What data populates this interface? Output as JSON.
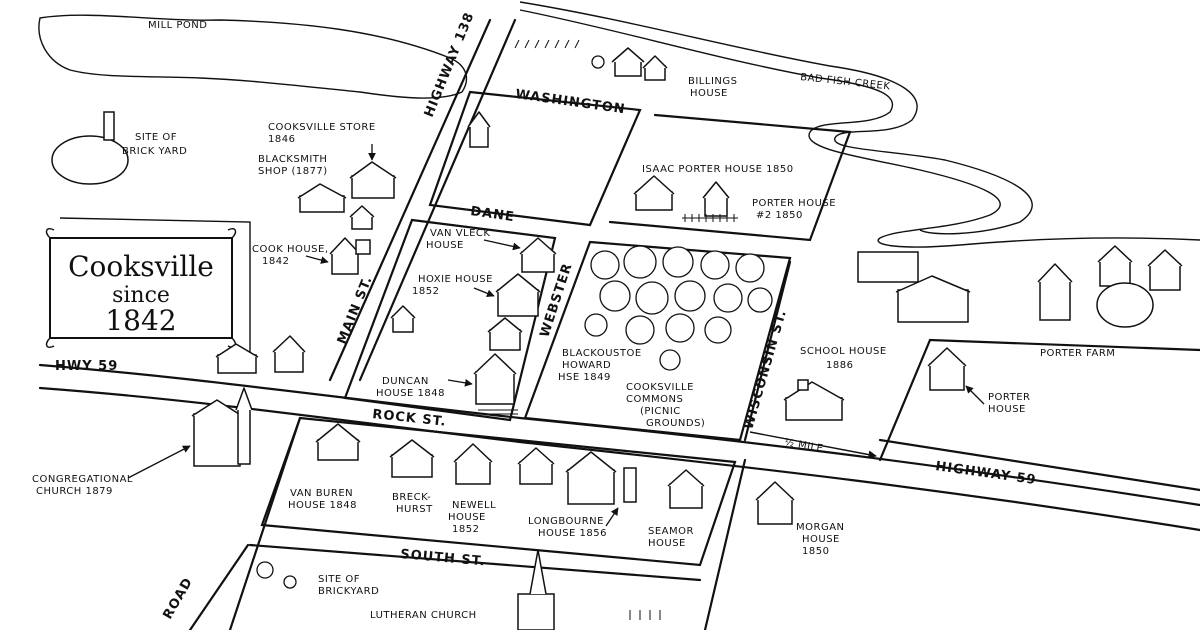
{
  "map": {
    "title_lines": [
      "Cooksville",
      "since",
      "1842"
    ],
    "water": {
      "mill_pond": "MILL POND",
      "creek": "BAD FISH CREEK"
    },
    "streets": {
      "hwy138": "HIGHWAY 138",
      "washington": "WASHINGTON",
      "dane": "DANE",
      "main": "MAIN ST.",
      "webster": "WEBSTER",
      "wisconsin": "WISCONSIN ST.",
      "rock": "ROCK ST.",
      "south": "SOUTH ST.",
      "hwy59_left": "HWY 59",
      "hwy59_right": "HIGHWAY 59",
      "road": "ROAD"
    },
    "labels": {
      "site_brickyard_top": [
        "SITE OF",
        "BRICK YARD"
      ],
      "cooksville_store": [
        "COOKSVILLE STORE",
        "1846"
      ],
      "blacksmith": [
        "BLACKSMITH",
        "SHOP (1877)"
      ],
      "cook_house": [
        "COOK HOUSE,",
        "1842"
      ],
      "billings": [
        "BILLINGS",
        "HOUSE"
      ],
      "isaac_porter": [
        "ISAAC PORTER HOUSE 1850"
      ],
      "porter_house2": [
        "PORTER HOUSE",
        "#2 1850"
      ],
      "van_vleck": [
        "VAN VLECK",
        "HOUSE"
      ],
      "hoxie": [
        "HOXIE HOUSE",
        "1852"
      ],
      "duncan": [
        "DUNCAN",
        "HOUSE 1848"
      ],
      "blackoustoe": [
        "BLACKOUSTOE",
        "HOWARD",
        "HSE 1849"
      ],
      "commons": [
        "COOKSVILLE",
        "COMMONS",
        "(PICNIC",
        "GROUNDS)"
      ],
      "school": [
        "SCHOOL HOUSE",
        "1886"
      ],
      "porter_farm": [
        "PORTER FARM"
      ],
      "porter_house": [
        "PORTER",
        "HOUSE"
      ],
      "half_mile": "½ MILE",
      "congregational": [
        "CONGREGATIONAL",
        "CHURCH 1879"
      ],
      "van_buren": [
        "VAN BUREN",
        "HOUSE 1848"
      ],
      "breckhurst": [
        "BRECK-",
        "HURST"
      ],
      "newell": [
        "NEWELL",
        "HOUSE",
        "1852"
      ],
      "longbourne": [
        "LONGBOURNE",
        "HOUSE 1856"
      ],
      "seamor": [
        "SEAMOR",
        "HOUSE"
      ],
      "morgan": [
        "MORGAN",
        "HOUSE",
        "1850"
      ],
      "site_brickyard_bottom": [
        "SITE OF",
        "BRICKYARD"
      ],
      "lutheran": [
        "LUTHERAN CHURCH"
      ]
    }
  }
}
